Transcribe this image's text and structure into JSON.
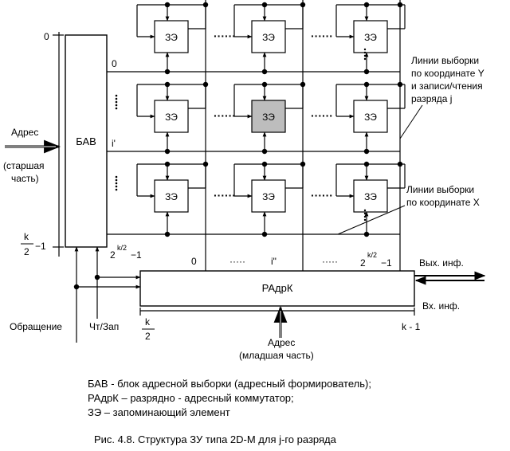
{
  "blocks": {
    "bav": "БАВ",
    "radrk": "РАдрК",
    "cell": "ЗЭ"
  },
  "labels": {
    "top_zero": "0",
    "row_0": "0",
    "row_i": "i'",
    "bav_bottom_k": "k",
    "bav_bottom_2": "2",
    "bav_bottom_minus1": "−1",
    "row_last_base": "2",
    "row_last_exp": "k/2",
    "row_last_minus1": "−1",
    "col_0": "0",
    "col_dots": "·····",
    "col_i": "i\"",
    "col_last_base": "2",
    "col_last_exp": "k/2",
    "col_last_minus1": "−1",
    "address_title": "Адрес",
    "address_sub1": "(старшая",
    "address_sub2": "часть)",
    "access": "Обращение",
    "rw": "Чт/Зап",
    "radrk_k": "k",
    "radrk_2": "2",
    "radrk_k1": "k - 1",
    "addr_low1": "Адрес",
    "addr_low2": "(младшая часть)",
    "out_info": "Вых. инф.",
    "in_info": "Вх. инф.",
    "y_lines": [
      "Линии выборки",
      "по координате Y",
      "и записи/чтения",
      "разряда j"
    ],
    "x_lines": [
      "Линии выборки",
      "по координате X"
    ],
    "h_dots": "······",
    "v_dots": "·····"
  },
  "legend": [
    "БАВ - блок адресной выборки (адресный формирователь);",
    "РАдрК – разрядно - адресный коммутатор;",
    "ЗЭ – запоминающий элемент"
  ],
  "caption": "Рис. 4.8. Структура ЗУ типа 2D-M для j-го разряда",
  "colors": {
    "line": "#000000",
    "selected_cell": "#bdbdbd",
    "background": "#ffffff"
  }
}
